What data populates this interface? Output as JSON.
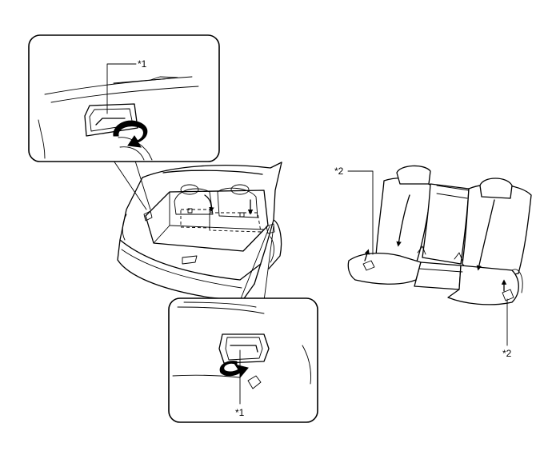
{
  "callouts": {
    "top_detail_label": "*1",
    "bottom_detail_label": "*1",
    "seat_left_label": "*2",
    "seat_right_label": "*2"
  },
  "icons": {
    "rotate": "rotate-arrow-icon",
    "fold": "fold-down-arrow-icon",
    "lever": "lever-up-arrow-icon"
  }
}
